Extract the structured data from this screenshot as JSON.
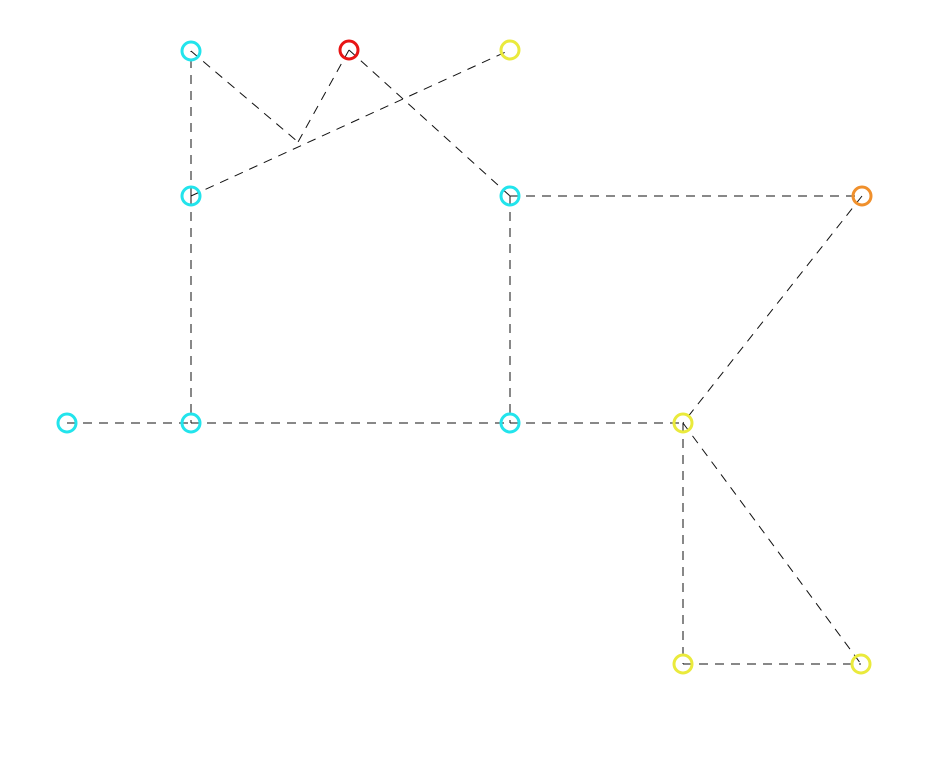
{
  "graph": {
    "colors": {
      "cyan": "#22e4ec",
      "red": "#e81414",
      "yellow": "#eaea3c",
      "orange": "#f0902c",
      "edge": "#111111",
      "background": "#ffffff"
    },
    "nodes": [
      {
        "id": "c1",
        "color": "cyan"
      },
      {
        "id": "r1",
        "color": "red"
      },
      {
        "id": "y1",
        "color": "yellow"
      },
      {
        "id": "c2",
        "color": "cyan"
      },
      {
        "id": "c3",
        "color": "cyan"
      },
      {
        "id": "o1",
        "color": "orange"
      },
      {
        "id": "c4",
        "color": "cyan"
      },
      {
        "id": "c5",
        "color": "cyan"
      },
      {
        "id": "c6",
        "color": "cyan"
      },
      {
        "id": "y2",
        "color": "yellow"
      },
      {
        "id": "y3",
        "color": "yellow"
      },
      {
        "id": "y4",
        "color": "yellow"
      }
    ],
    "edges": [
      {
        "from": "c2",
        "to": "c1"
      },
      {
        "from": "c1",
        "to": "junction"
      },
      {
        "from": "r1",
        "to": "junction"
      },
      {
        "from": "r1",
        "to": "c3"
      },
      {
        "from": "c2",
        "to": "y1"
      },
      {
        "from": "c2",
        "to": "c5"
      },
      {
        "from": "c3",
        "to": "o1"
      },
      {
        "from": "c3",
        "to": "c6"
      },
      {
        "from": "c4",
        "to": "c5"
      },
      {
        "from": "c5",
        "to": "c6"
      },
      {
        "from": "c6",
        "to": "y2"
      },
      {
        "from": "o1",
        "to": "y2"
      },
      {
        "from": "y2",
        "to": "y3"
      },
      {
        "from": "y2",
        "to": "y4"
      },
      {
        "from": "y3",
        "to": "y4"
      }
    ]
  }
}
